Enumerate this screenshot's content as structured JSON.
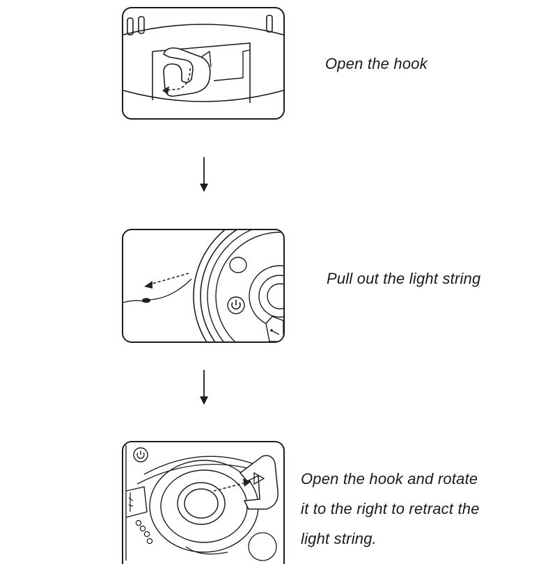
{
  "steps": [
    {
      "caption": "Open the hook"
    },
    {
      "caption": "Pull out the light string"
    },
    {
      "caption": "Open the hook and rotate\nit to the right to retract the\nlight string."
    }
  ],
  "colors": {
    "line": "#1c1c1c",
    "dashed_arrow": "#222222",
    "background": "#ffffff"
  },
  "icons": [
    "power-icon",
    "usb-icon",
    "hook-icon",
    "down-arrow-icon"
  ]
}
